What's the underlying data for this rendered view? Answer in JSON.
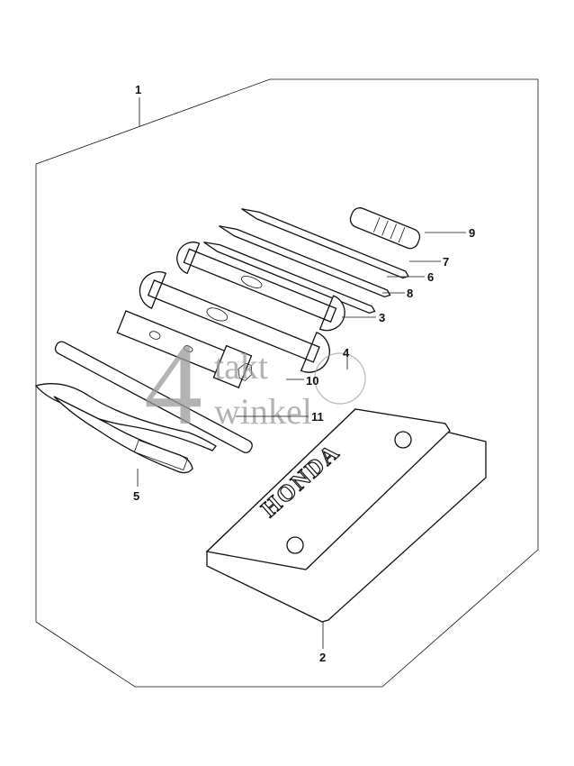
{
  "diagram": {
    "callouts": [
      "1",
      "2",
      "3",
      "4",
      "5",
      "6",
      "7",
      "8",
      "9",
      "10",
      "11"
    ],
    "pouch_brand": "HONDA",
    "watermark": {
      "numeral": "4",
      "line1": "takt",
      "line2": "winkel"
    },
    "colors": {
      "ink": "#111111",
      "paper": "#ffffff",
      "watermark": "#9a9a9a"
    }
  }
}
